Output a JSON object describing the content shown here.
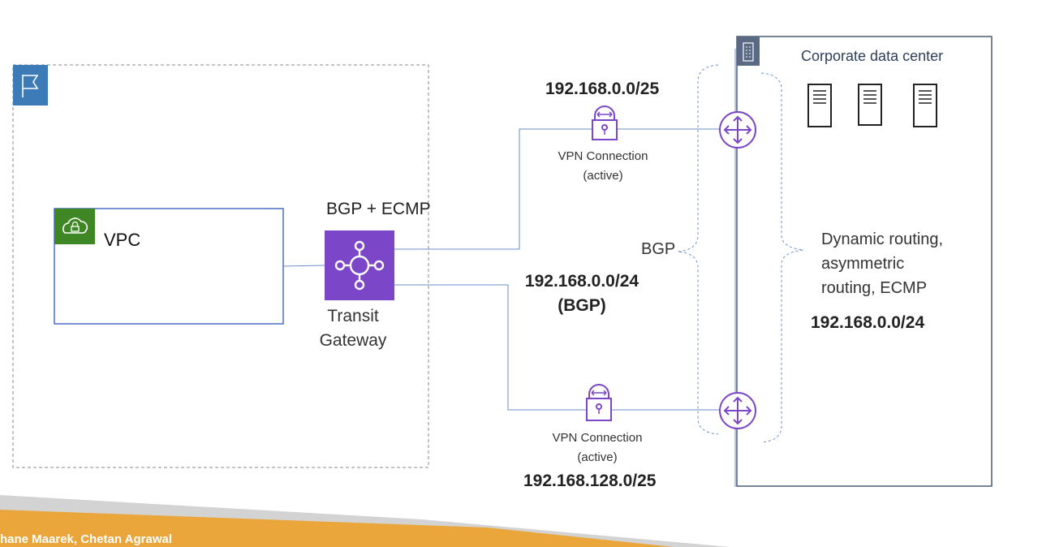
{
  "colors": {
    "accent_purple": "#7b46c7",
    "vpc_green": "#3f8624",
    "region_blue": "#3d7ab8",
    "line_blue": "#6b8fc9",
    "footer_orange": "#eba63b"
  },
  "vpc": {
    "label": "VPC"
  },
  "tgw": {
    "header": "BGP + ECMP",
    "label_line1": "Transit",
    "label_line2": "Gateway"
  },
  "vpn_top": {
    "cidr": "192.168.0.0/25",
    "label_line1": "VPN Connection",
    "label_line2": "(active)"
  },
  "vpn_bottom": {
    "cidr": "192.168.128.0/25",
    "label_line1": "VPN Connection",
    "label_line2": "(active)"
  },
  "middle": {
    "cidr": "192.168.0.0/24",
    "note": "(BGP)",
    "bgp_label": "BGP"
  },
  "datacenter": {
    "title": "Corporate data center",
    "desc_line1": "Dynamic routing,",
    "desc_line2": "asymmetric",
    "desc_line3": "routing, ECMP",
    "cidr": "192.168.0.0/24"
  },
  "footer": {
    "author": "hane Maarek, Chetan Agrawal"
  },
  "icons": [
    "region-flag-icon",
    "vpc-cloud-icon",
    "transit-gateway-icon",
    "vpn-lock-icon",
    "router-icon",
    "server-icon",
    "building-icon"
  ]
}
